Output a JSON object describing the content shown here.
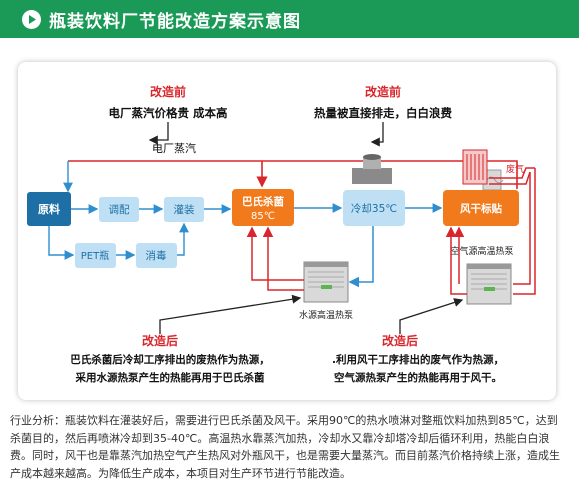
{
  "header": {
    "title": "瓶装饮料厂节能改造方案示意图",
    "bg_color": "#1a9a56",
    "icon": "play-icon"
  },
  "diagram": {
    "before_label": "改造前",
    "before_left": "电厂蒸汽价格贵 成本高",
    "before_right": "热量被直接排走，白白浪费",
    "steam_label": "电厂蒸汽",
    "nodes": {
      "raw": "原料",
      "mix": "调配",
      "fill": "灌装",
      "pet": "PET瓶",
      "disinfect": "消毒",
      "pasteur_1": "巴氏杀菌",
      "pasteur_2": "85℃",
      "cool": "冷却35℃",
      "dry": "风干标贴"
    },
    "waste_gas": "废气",
    "air_pump_label": "空气源高温热泵",
    "water_pump_label": "水源高温热泵",
    "after_label_left": "改造后",
    "after_label_right": "改造后",
    "after_left_1": "巴氏杀菌后冷却工序排出的废热作为热源，",
    "after_left_2": "采用水源热泵产生的热能再用于巴氏杀菌",
    "after_right_1": ".利用风干工序排出的废气作为热源，",
    "after_right_2": "空气源热泵产生的热能再用于风干。",
    "colors": {
      "red": "#d9262c",
      "blue": "#2e8fcf",
      "dark_blue": "#1d6fa5",
      "orange": "#f07a1c",
      "pale_blue": "#bfe0f4"
    }
  },
  "description": "行业分析：瓶装饮料在灌装好后，需要进行巴氏杀菌及风干。采用90℃的热水喷淋对整瓶饮料加热到85℃，达到杀菌目的，然后再喷淋冷却到35-40℃。高温热水靠蒸汽加热，冷却水又靠冷却塔冷却后循环利用，热能白白浪费。同时，风干也是靠蒸汽加热空气产生热风对外瓶风干，也是需要大量蒸汽。而目前蒸汽价格持续上涨，造成生产成本越来越高。为降低生产成本，本项目对生产环节进行节能改造。"
}
